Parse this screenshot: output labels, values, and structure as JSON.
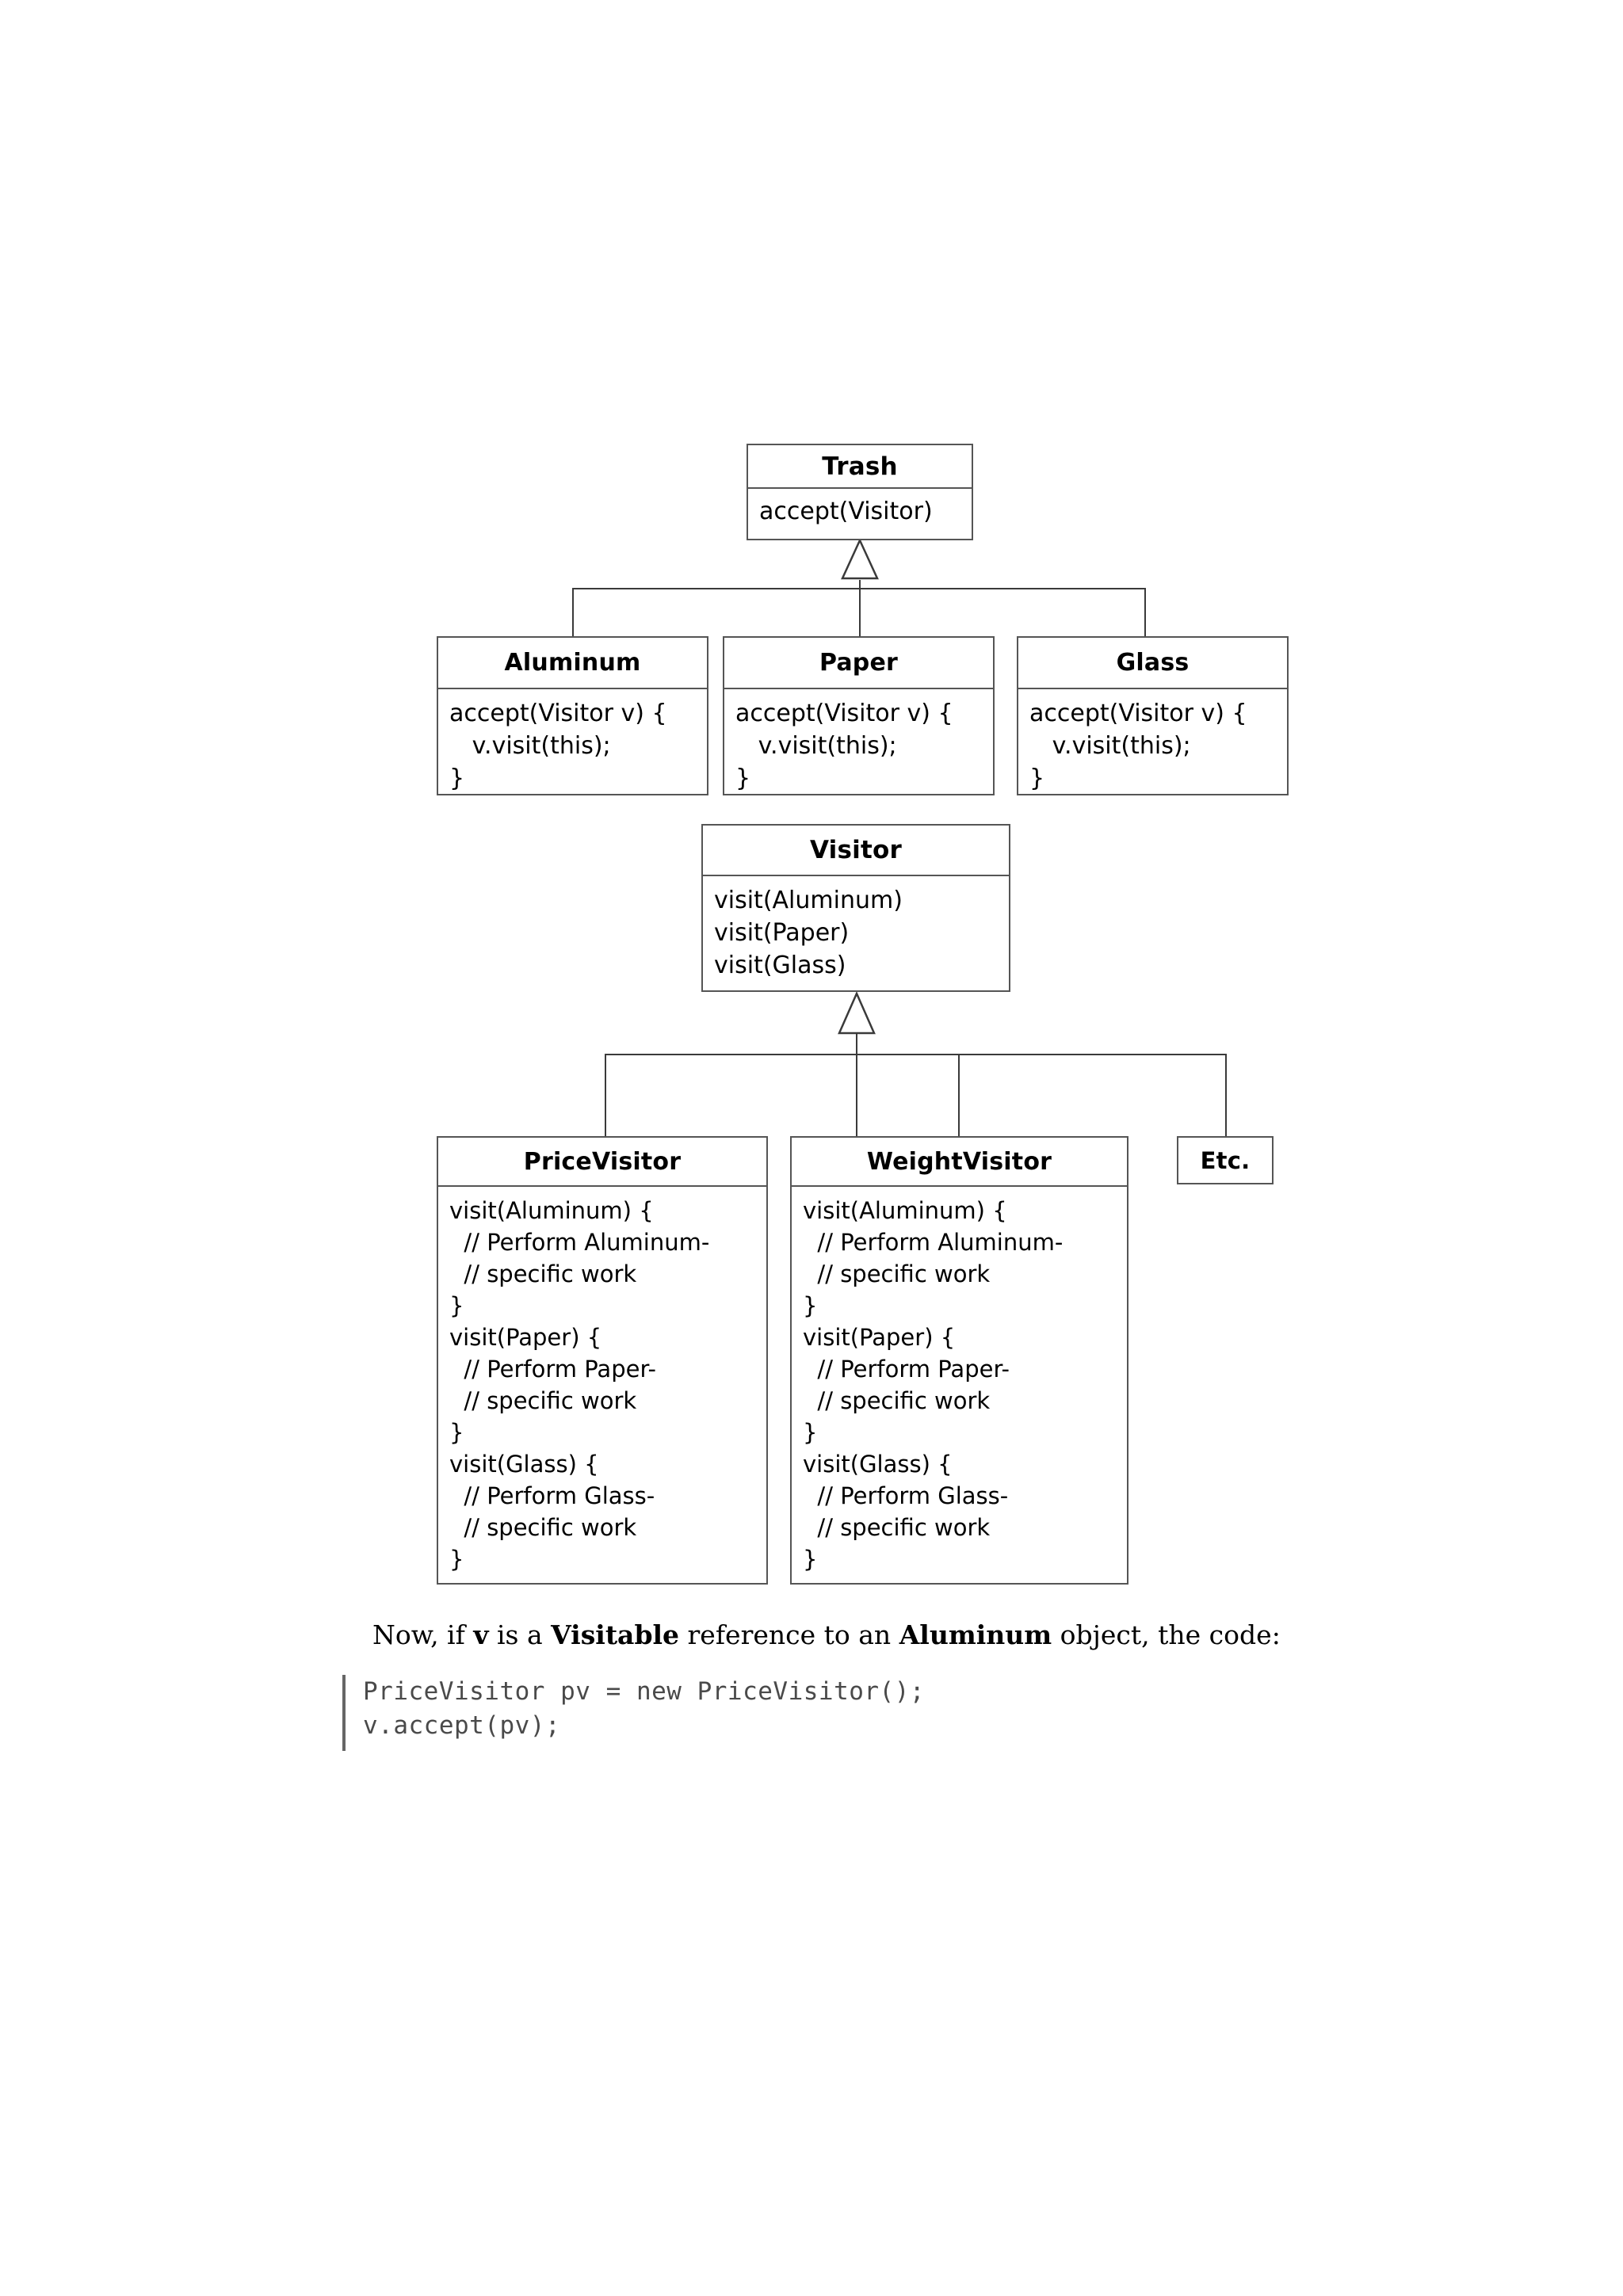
{
  "diagram": {
    "type": "uml-class-diagram",
    "title_semantic": "visitor-pattern",
    "trash": {
      "name": "Trash",
      "methods": "accept(Visitor)"
    },
    "trash_subclasses": [
      {
        "name": "Aluminum",
        "methods": "accept(Visitor v) {\n   v.visit(this);\n}"
      },
      {
        "name": "Paper",
        "methods": "accept(Visitor v) {\n   v.visit(this);\n}"
      },
      {
        "name": "Glass",
        "methods": "accept(Visitor v) {\n   v.visit(this);\n}"
      }
    ],
    "visitor": {
      "name": "Visitor",
      "methods": "visit(Aluminum)\nvisit(Paper)\nvisit(Glass)"
    },
    "visitor_subclasses": [
      {
        "name": "PriceVisitor",
        "methods": "visit(Aluminum) {\n  // Perform Aluminum-\n  // specific work\n}\nvisit(Paper) {\n  // Perform Paper-\n  // specific work\n}\nvisit(Glass) {\n  // Perform Glass-\n  // specific work\n}"
      },
      {
        "name": "WeightVisitor",
        "methods": "visit(Aluminum) {\n  // Perform Aluminum-\n  // specific work\n}\nvisit(Paper) {\n  // Perform Paper-\n  // specific work\n}\nvisit(Glass) {\n  // Perform Glass-\n  // specific work\n}"
      },
      {
        "name": "Etc.",
        "methods": ""
      }
    ]
  },
  "prose": {
    "part1": "Now, if ",
    "bold1": "v",
    "part2": " is a ",
    "bold2": "Visitable",
    "part3": " reference to an ",
    "bold3": "Aluminum",
    "part4": " object, the code:"
  },
  "code": {
    "line1": "PriceVisitor pv = new PriceVisitor();",
    "line2": "v.accept(pv);"
  },
  "colors": {
    "box_border": "#555555",
    "connector": "#3a3a3a",
    "text": "#000000",
    "code_text": "#4a4a4a",
    "code_rule": "#666666",
    "background": "#ffffff"
  }
}
